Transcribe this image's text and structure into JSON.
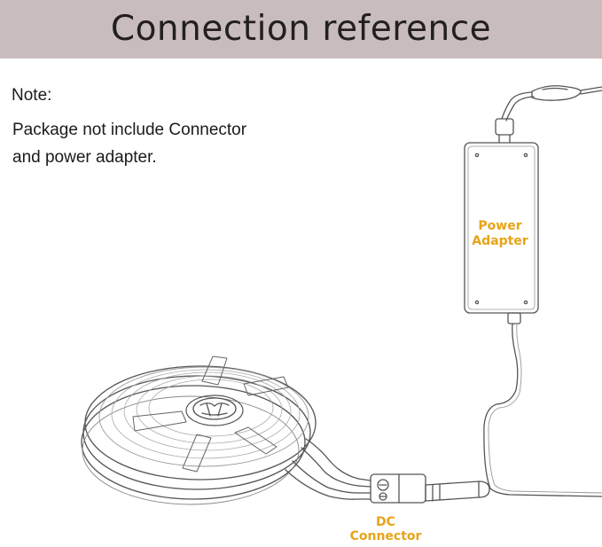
{
  "header": {
    "title": "Connection reference"
  },
  "note": {
    "label": "Note:",
    "lines": [
      "Package not include Connector",
      "and power adapter."
    ]
  },
  "labels": {
    "power_adapter": [
      "Power",
      "Adapter"
    ],
    "dc_connector": [
      "DC",
      "Connector"
    ]
  },
  "colors": {
    "banner": "#c9bcbc",
    "label_orange": "#e8a317",
    "line": "#555555"
  }
}
